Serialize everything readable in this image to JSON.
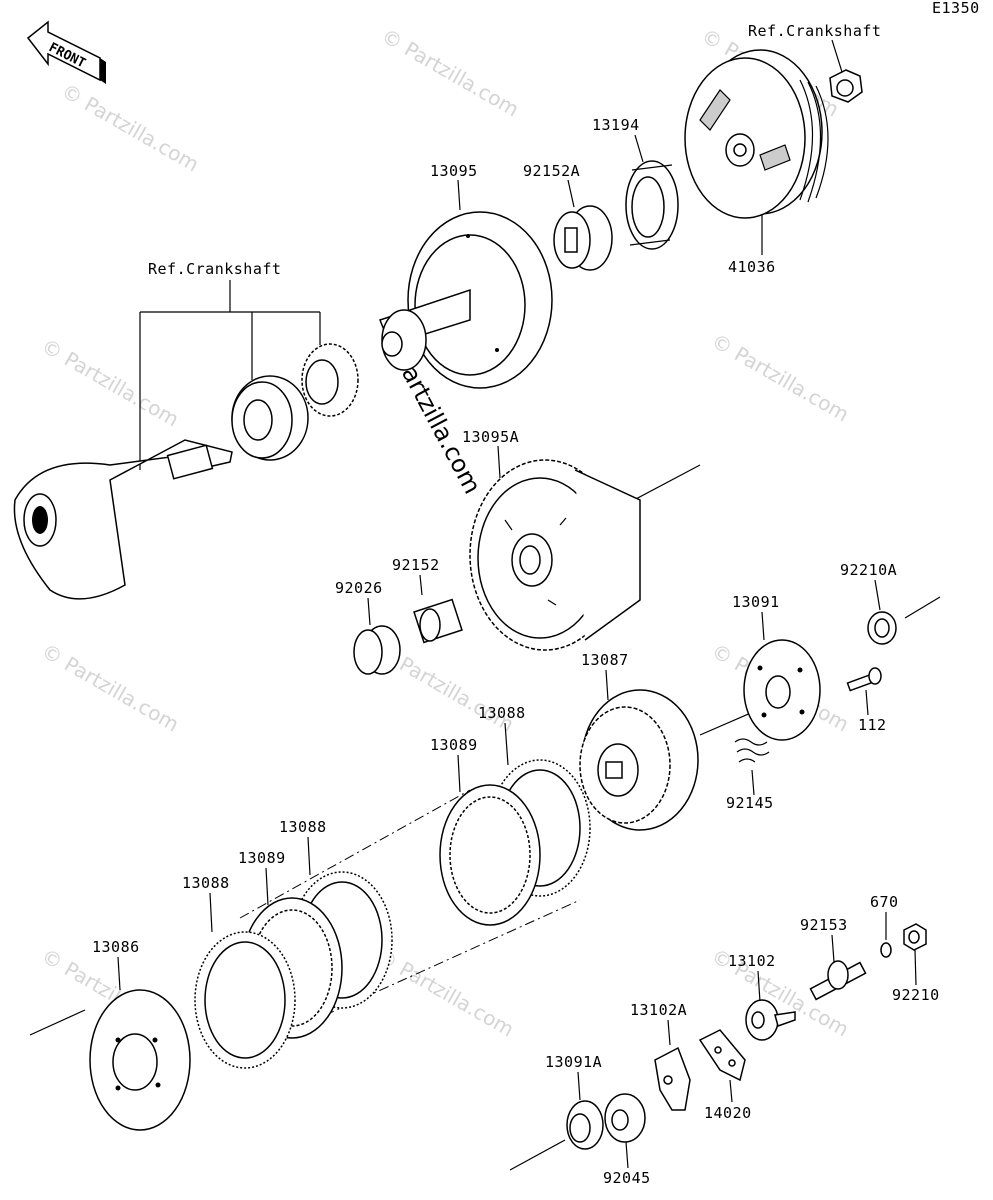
{
  "diagram_code": "E1350",
  "front_label": "FRONT",
  "watermark": "© Partzilla.com",
  "watermark_center": "Partzilla.com",
  "labels": {
    "ref_crank_top": "Ref.Crankshaft",
    "ref_crank_left": "Ref.Crankshaft",
    "p13194": "13194",
    "p13095": "13095",
    "p92152A": "92152A",
    "p41036": "41036",
    "p13095A": "13095A",
    "p92152": "92152",
    "p92026": "92026",
    "p92210A": "92210A",
    "p13091": "13091",
    "p112": "112",
    "p13087": "13087",
    "p13088_a": "13088",
    "p13089_a": "13089",
    "p92145": "92145",
    "p13088_b": "13088",
    "p13089_b": "13089",
    "p13088_c": "13088",
    "p13086": "13086",
    "p670": "670",
    "p92153": "92153",
    "p13102": "13102",
    "p92210": "92210",
    "p13102A": "13102A",
    "p13091A": "13091A",
    "p14020": "14020",
    "p92045": "92045"
  }
}
